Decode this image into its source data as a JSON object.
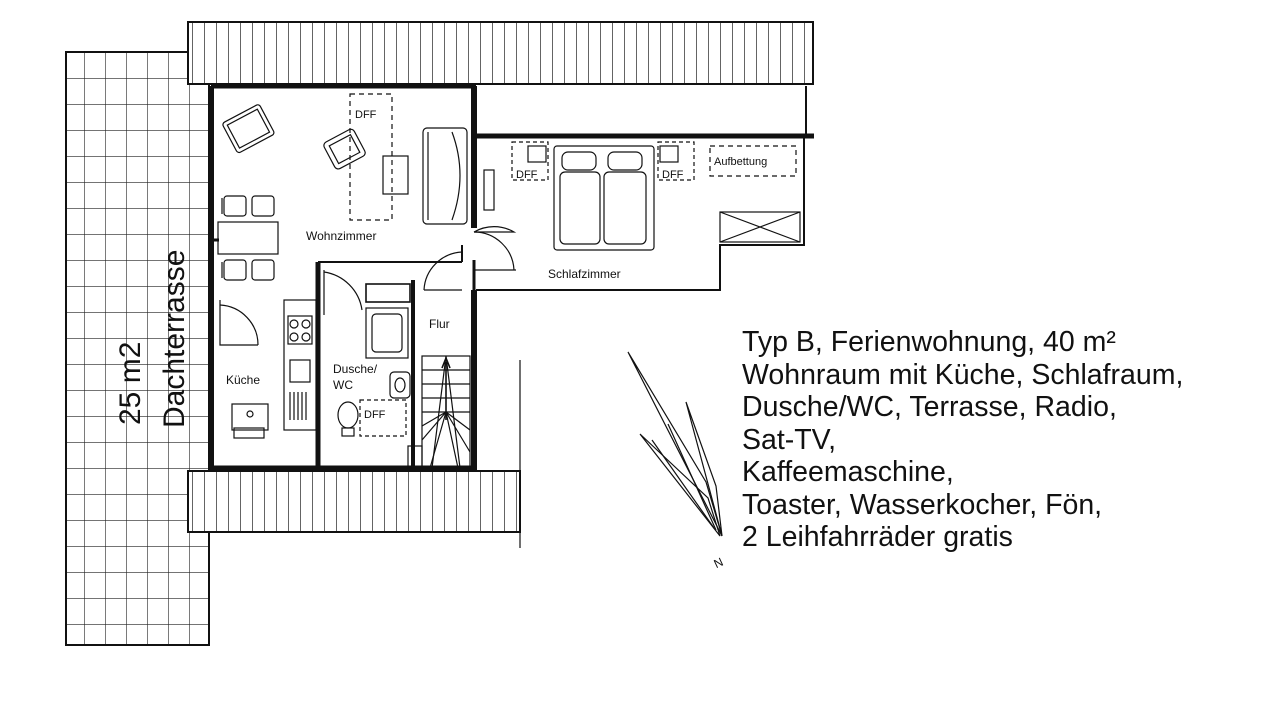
{
  "plan": {
    "terrace_label": "Dachterrasse",
    "terrace_area": "25 m2",
    "rooms": {
      "living": "Wohnzimmer",
      "bedroom": "Schlafzimmer",
      "kitchen": "Küche",
      "shower_line1": "Dusche/",
      "shower_line2": "WC",
      "hall": "Flur",
      "extra_bed": "Aufbettung"
    },
    "skylight": "DFF",
    "compass": "N"
  },
  "description": {
    "lines": [
      "Typ B, Ferienwohnung, 40 m²",
      "Wohnraum mit Küche, Schlafraum,",
      "Dusche/WC, Terrasse, Radio,",
      "Sat-TV,",
      "Kaffeemaschine,",
      "Toaster, Wasserkocher, Fön,",
      "2 Leihfahrräder gratis"
    ]
  }
}
